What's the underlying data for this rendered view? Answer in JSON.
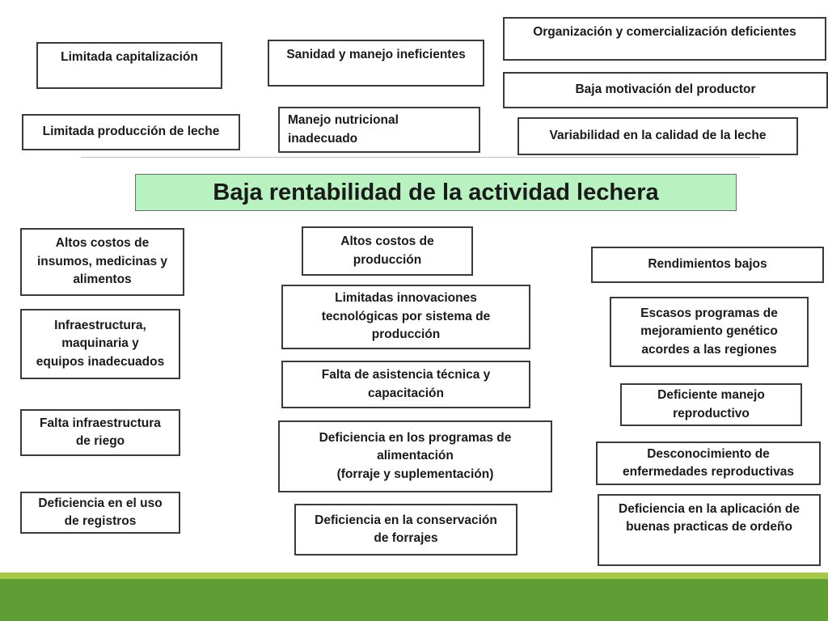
{
  "effects": {
    "limitada_capitalizacion": [
      "Limitada capitalización"
    ],
    "sanidad": [
      "Sanidad y manejo ineficientes"
    ],
    "organizacion": [
      "Organización y comercialización deficientes"
    ],
    "baja_motivacion": [
      "Baja motivación del productor"
    ],
    "limitada_produccion": [
      "Limitada producción de leche"
    ],
    "manejo_nutricional": [
      "Manejo nutricional",
      "inadecuado"
    ],
    "variabilidad": [
      "Variabilidad en la calidad de la leche"
    ]
  },
  "central_problem": "Baja rentabilidad de la actividad lechera",
  "causes": {
    "altos_costos_insumos": [
      "Altos costos de",
      "insumos, medicinas y",
      "alimentos"
    ],
    "infraestructura": [
      "Infraestructura,",
      "maquinaria y",
      "equipos inadecuados"
    ],
    "falta_riego": [
      "Falta infraestructura",
      "de riego"
    ],
    "uso_registros": [
      "Deficiencia en el uso",
      "de registros"
    ],
    "altos_costos_produccion": [
      "Altos costos de",
      "producción"
    ],
    "innovaciones": [
      "Limitadas innovaciones",
      "tecnológicas por sistema de",
      "producción"
    ],
    "asistencia": [
      "Falta de asistencia técnica y",
      "capacitación"
    ],
    "alimentacion": [
      "Deficiencia en los programas de",
      "alimentación",
      "(forraje y suplementación)"
    ],
    "conservacion": [
      "Deficiencia en la conservación",
      "de forrajes"
    ],
    "rendimientos": [
      "Rendimientos bajos"
    ],
    "mejoramiento": [
      "Escasos programas de",
      "mejoramiento genético",
      "acordes a las regiones"
    ],
    "reproductivo": [
      "Deficiente manejo",
      "reproductivo"
    ],
    "enfermedades": [
      "Desconocimiento de",
      "enfermedades reproductivas"
    ],
    "ordeno": [
      "Deficiencia en la aplicación de",
      "buenas practicas de ordeño"
    ]
  },
  "colors": {
    "title_fill": "#b8f2c0",
    "footer_light": "#a6c94a",
    "footer_dark": "#5f9e35"
  }
}
